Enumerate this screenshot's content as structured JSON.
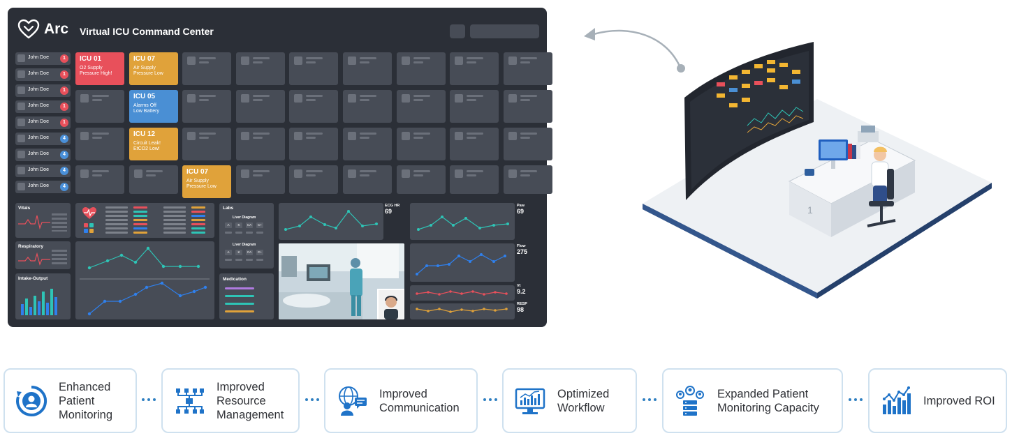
{
  "dashboard": {
    "brand": "Arc",
    "title": "Virtual ICU Command Center",
    "patients": [
      {
        "name": "John Doe",
        "count": "1",
        "color": "#e8505b"
      },
      {
        "name": "John Doe",
        "count": "1",
        "color": "#e8505b"
      },
      {
        "name": "John Doe",
        "count": "1",
        "color": "#e8505b"
      },
      {
        "name": "John Doe",
        "count": "1",
        "color": "#e8505b"
      },
      {
        "name": "John Doe",
        "count": "1",
        "color": "#e8505b"
      },
      {
        "name": "John Doe",
        "count": "4",
        "color": "#4a90d9"
      },
      {
        "name": "John Doe",
        "count": "4",
        "color": "#4a90d9"
      },
      {
        "name": "John Doe",
        "count": "4",
        "color": "#4a90d9"
      },
      {
        "name": "John Doe",
        "count": "4",
        "color": "#4a90d9"
      }
    ],
    "alerts": [
      {
        "unit": "ICU 01",
        "line1": "O2 Supply",
        "line2": "Pressure High!",
        "color": "#e8505b"
      },
      {
        "unit": "ICU 07",
        "line1": "Air Supply",
        "line2": "Pressure Low",
        "color": "#e0a23a"
      },
      {
        "unit": "ICU 05",
        "line1": "Alarms Off",
        "line2": "Low Battery",
        "color": "#4a8fd4"
      },
      {
        "unit": "ICU 12",
        "line1": "Circuit Leak!",
        "line2": "EtCO2 Low!",
        "color": "#e0a23a"
      },
      {
        "unit": "ICU 07",
        "line1": "Air Supply",
        "line2": "Pressure Low",
        "color": "#e0a23a"
      }
    ],
    "vitals_label": "Vitals",
    "respiratory_label": "Respiratory",
    "intake_output_label": "Intake-Output",
    "labs_label": "Labs",
    "liver_diagram_1": "Liver Diagram",
    "liver_diagram_2": "Liver Diagram",
    "lab_cols_1": [
      "A",
      "K",
      "CA",
      "C+"
    ],
    "lab_cols_2": [
      "A",
      "K",
      "CA",
      "C+"
    ],
    "medication_label": "Medication",
    "ecg": {
      "label": "ECG HR",
      "value": "69"
    },
    "paw": {
      "label": "Paw",
      "value": "69"
    },
    "flow": {
      "label": "Flow",
      "value": "275"
    },
    "vt": {
      "label": "Vt",
      "value": "9.2"
    },
    "resp": {
      "label": "RESP",
      "value": "98"
    }
  },
  "benefits": [
    {
      "line1": "Enhanced",
      "line2": "Patient",
      "line3": "Monitoring",
      "icon": "patient-monitoring-icon"
    },
    {
      "line1": "Improved",
      "line2": "Resource",
      "line3": "Management",
      "icon": "resource-network-icon"
    },
    {
      "line1": "Improved",
      "line2": "Communication",
      "icon": "communication-globe-icon"
    },
    {
      "line1": "Optimized",
      "line2": "Workflow",
      "icon": "workflow-monitor-icon"
    },
    {
      "line1": "Expanded Patient",
      "line2": "Monitoring Capacity",
      "icon": "server-staff-icon"
    },
    {
      "line1": "Improved ROI",
      "icon": "roi-chart-icon"
    }
  ],
  "colors": {
    "accent": "#2f7fc1",
    "panel": "#2b2f37",
    "tile": "#474c56",
    "teal": "#2ec4b6",
    "blue": "#2f80ed"
  }
}
